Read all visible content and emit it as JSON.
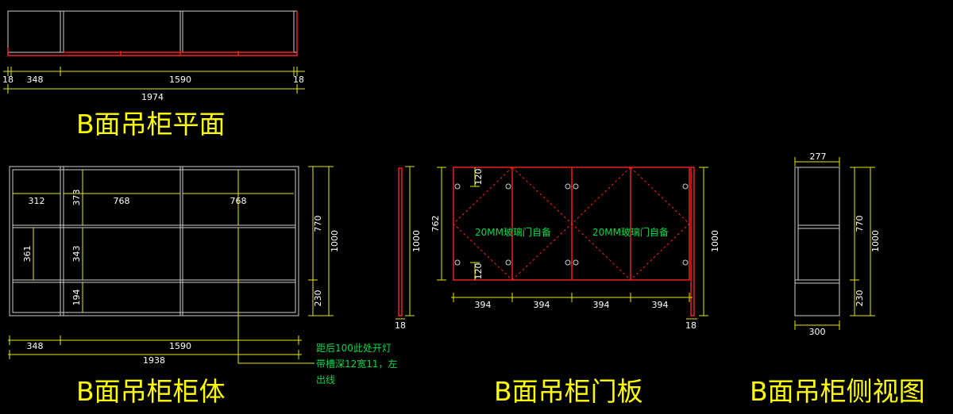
{
  "titles": {
    "plan": "B面吊柜平面",
    "body": "B面吊柜柜体",
    "door": "B面吊柜门板",
    "side": "B面吊柜侧视图"
  },
  "plan_dims": {
    "d18a": "18",
    "d348": "348",
    "d1590": "1590",
    "d18b": "18",
    "d1974": "1974"
  },
  "body_dims": {
    "d312": "312",
    "d768a": "768",
    "d768b": "768",
    "d373": "373",
    "d343": "343",
    "d194": "194",
    "d361": "361",
    "d770": "770",
    "d230": "230",
    "d1000": "1000",
    "d348": "348",
    "d1590": "1590",
    "d1938": "1938"
  },
  "note": {
    "line1": "距后100此处开灯",
    "line2": "带槽深12宽11，左",
    "line3": "出线"
  },
  "side_panel_dims": {
    "d1000": "1000",
    "d18": "18"
  },
  "door_dims": {
    "d120a": "120",
    "d762": "762",
    "d120b": "120",
    "glass1": "20MM玻璃门自备",
    "glass2": "20MM玻璃门自备",
    "w1": "394",
    "w2": "394",
    "w3": "394",
    "w4": "394",
    "d1000": "1000",
    "d18": "18"
  },
  "side_dims": {
    "d277": "277",
    "d770": "770",
    "d1000": "1000",
    "d230": "230",
    "d300": "300"
  },
  "colors": {
    "outline": "#cfcfcf",
    "dimension": "#e8e800",
    "door": "#ff2020",
    "note": "#00d84a",
    "title": "#ffff00"
  }
}
